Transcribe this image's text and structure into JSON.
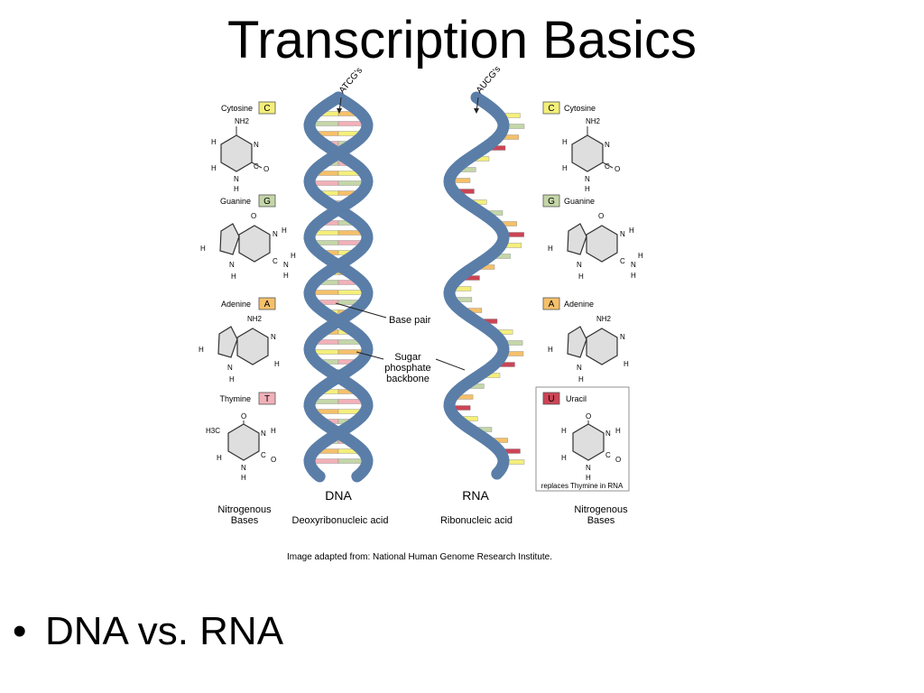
{
  "slide": {
    "title": "Transcription Basics",
    "bullet_marker": "•",
    "bullet_text": "DNA vs. RNA"
  },
  "figure": {
    "credit": "Image adapted from: National Human Genome Research Institute.",
    "dna_strand_label": "ATCG's",
    "rna_strand_label": "AUCG's",
    "dna_title": "DNA",
    "dna_subtitle": "Deoxyribonucleic acid",
    "rna_title": "RNA",
    "rna_subtitle": "Ribonucleic acid",
    "annotations": {
      "base_pair": "Base pair",
      "backbone_l1": "Sugar",
      "backbone_l2": "phosphate",
      "backbone_l3": "backbone"
    },
    "left_bases": {
      "title_l1": "Nitrogenous",
      "title_l2": "Bases",
      "cytosine": {
        "name": "Cytosine",
        "letter": "C"
      },
      "guanine": {
        "name": "Guanine",
        "letter": "G"
      },
      "adenine": {
        "name": "Adenine",
        "letter": "A"
      },
      "thymine": {
        "name": "Thymine",
        "letter": "T"
      }
    },
    "right_bases": {
      "title_l1": "Nitrogenous",
      "title_l2": "Bases",
      "cytosine": {
        "name": "Cytosine",
        "letter": "C"
      },
      "guanine": {
        "name": "Guanine",
        "letter": "G"
      },
      "adenine": {
        "name": "Adenine",
        "letter": "A"
      },
      "uracil": {
        "name": "Uracil",
        "letter": "U"
      },
      "uracil_note": "replaces Thymine in RNA"
    },
    "atoms": {
      "n": "N",
      "o": "O",
      "c": "C",
      "h": "H",
      "nh2": "NH2",
      "h3c": "H3C"
    },
    "colors": {
      "backbone": "#5a7ea8",
      "backbone_edge": "#3f5f86",
      "cytosine": "#f4ef7a",
      "guanine": "#c4d6a8",
      "adenine": "#f5c06a",
      "thymine": "#f2b0b8",
      "uracil": "#cc4455"
    }
  }
}
